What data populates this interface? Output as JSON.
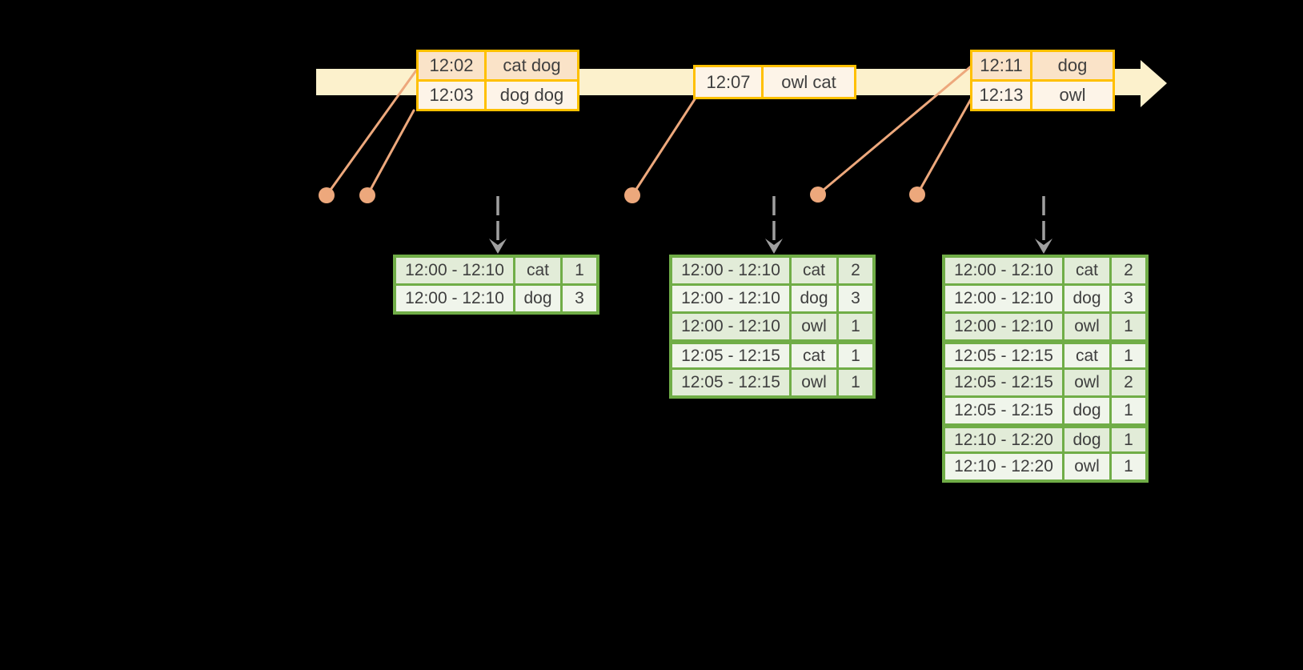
{
  "palette": {
    "canvas_bg": "#000000",
    "timeline_fill": "#FCF1CC",
    "event_border": "#FFC000",
    "event_row_dark": "#FAE3C8",
    "event_row_light": "#FDF4E8",
    "marker_color": "#EDA87C",
    "result_border": "#70AD47",
    "result_row_dark": "#E2ECD8",
    "result_row_light": "#F0F5EB",
    "trigger_arrow_color": "#A0A0A0",
    "text_color": "#3F3F3F"
  },
  "event_tables": [
    {
      "name": "events-at-12-02",
      "rows": [
        {
          "time": "12:02",
          "words": "cat dog"
        },
        {
          "time": "12:03",
          "words": "dog dog"
        }
      ]
    },
    {
      "name": "events-at-12-07",
      "rows": [
        {
          "time": "12:07",
          "words": "owl cat"
        }
      ]
    },
    {
      "name": "events-at-12-11",
      "rows": [
        {
          "time": "12:11",
          "words": "dog"
        },
        {
          "time": "12:13",
          "words": "owl"
        }
      ]
    }
  ],
  "result_tables": [
    {
      "name": "result-table-1",
      "rows": [
        {
          "window": "12:00 - 12:10",
          "word": "cat",
          "count": "1"
        },
        {
          "window": "12:00 - 12:10",
          "word": "dog",
          "count": "3"
        }
      ]
    },
    {
      "name": "result-table-2",
      "rows": [
        {
          "window": "12:00 - 12:10",
          "word": "cat",
          "count": "2"
        },
        {
          "window": "12:00 - 12:10",
          "word": "dog",
          "count": "3"
        },
        {
          "window": "12:00 - 12:10",
          "word": "owl",
          "count": "1"
        },
        {
          "window": "12:05 - 12:15",
          "word": "cat",
          "count": "1",
          "group_start": true
        },
        {
          "window": "12:05 - 12:15",
          "word": "owl",
          "count": "1"
        }
      ]
    },
    {
      "name": "result-table-3",
      "rows": [
        {
          "window": "12:00 - 12:10",
          "word": "cat",
          "count": "2"
        },
        {
          "window": "12:00 - 12:10",
          "word": "dog",
          "count": "3"
        },
        {
          "window": "12:00 - 12:10",
          "word": "owl",
          "count": "1"
        },
        {
          "window": "12:05 - 12:15",
          "word": "cat",
          "count": "1",
          "group_start": true
        },
        {
          "window": "12:05 - 12:15",
          "word": "owl",
          "count": "2"
        },
        {
          "window": "12:05 - 12:15",
          "word": "dog",
          "count": "1"
        },
        {
          "window": "12:10 - 12:20",
          "word": "dog",
          "count": "1",
          "group_start": true
        },
        {
          "window": "12:10 - 12:20",
          "word": "owl",
          "count": "1"
        }
      ]
    }
  ]
}
